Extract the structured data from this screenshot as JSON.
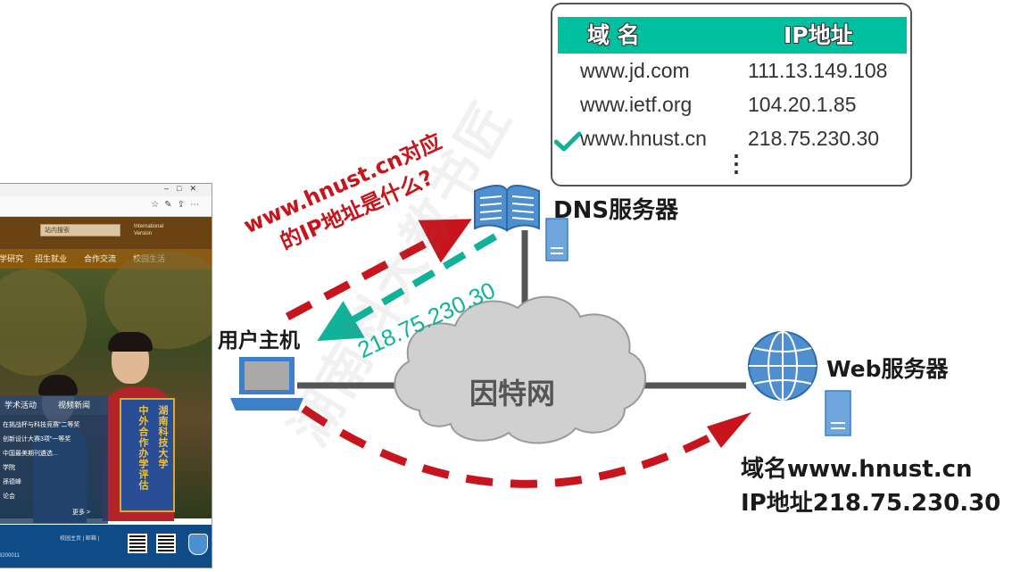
{
  "dns_table": {
    "header_domain": "域 名",
    "header_ip": "IP地址",
    "rows": [
      {
        "domain": "www.jd.com",
        "ip": "111.13.149.108",
        "checked": false
      },
      {
        "domain": "www.ietf.org",
        "ip": "104.20.1.85",
        "checked": false
      },
      {
        "domain": "www.hnust.cn",
        "ip": "218.75.230.30",
        "checked": true
      }
    ],
    "ellipsis": "⋮"
  },
  "labels": {
    "dns_server": "DNS服务器",
    "user_host": "用户主机",
    "web_server": "Web服务器",
    "internet": "因特网",
    "web_domain": "域名www.hnust.cn",
    "web_ip": "IP地址218.75.230.30"
  },
  "query": {
    "line1": "www.hnust.cn对应",
    "line2": "的IP地址是什么?"
  },
  "answer": "218.75.230.30",
  "watermark": "湖南科大教书匠",
  "browser": {
    "search_placeholder": "站内搜索",
    "intl_line1": "International",
    "intl_line2": "Version",
    "nav": [
      "学研究",
      "招生就业",
      "合作交流",
      "校园生活"
    ],
    "tabs": [
      "学术活动",
      "视频新闻"
    ],
    "news": [
      "在挑战杯与科技竞赛”二等奖",
      "创新设计大赛3项”一等奖",
      "中国最美期刊遴选...",
      "学院",
      "孫德峰",
      "论会",
      "更多 >"
    ],
    "banner_col1": "湖南科技大学",
    "banner_col2": "中外合作办学评估",
    "footer_links": "校园主页 | 邮箱 |",
    "footer_icp": "8200011"
  },
  "colors": {
    "table_header": "#00c0a0",
    "query_red": "#c8141c",
    "answer_teal": "#10b39a",
    "device_blue": "#3d7fc9",
    "cloud_gray": "#d0d0d0"
  }
}
